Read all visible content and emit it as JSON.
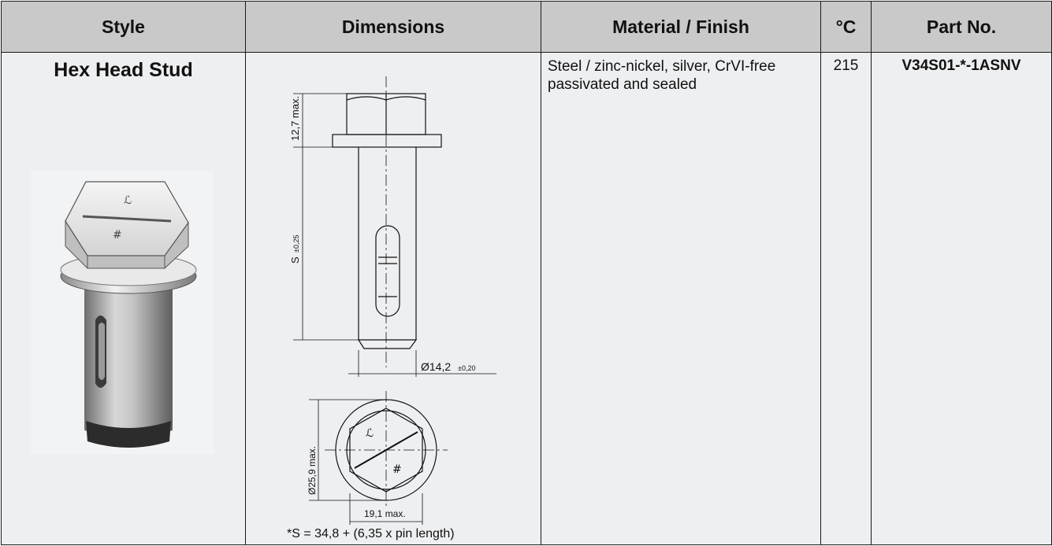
{
  "table": {
    "headers": {
      "style": "Style",
      "dimensions": "Dimensions",
      "material": "Material / Finish",
      "temperature": "°C",
      "part_no": "Part No."
    },
    "row": {
      "style": "Hex Head Stud",
      "material_finish": "Steel / zinc-nickel, silver, CrVI-free passivated and sealed",
      "temperature": "215",
      "part_no": "V34S01-*-1ASNV"
    }
  },
  "drawing": {
    "head_height": "12,7 max.",
    "shank_length": "S",
    "shank_tolerance": "±0,25",
    "diameter": "Ø14,2",
    "diameter_tolerance": "±0,20",
    "flange_diameter": "Ø25,9 max.",
    "hex_across_flats": "19,1 max.",
    "footnote": "*S = 34,8 + (6,35 x pin length)"
  }
}
